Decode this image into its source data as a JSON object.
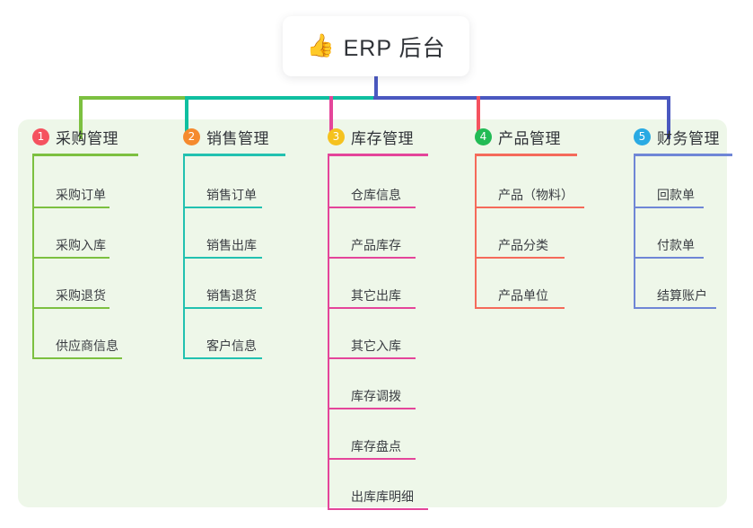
{
  "root": {
    "icon": "thumbs-up-icon",
    "emoji": "👍",
    "title": "ERP 后台"
  },
  "panel": {
    "background_color": "#eef7e9"
  },
  "connectors": {
    "stem_color": "#4a58c0",
    "bar_segments": [
      {
        "name": "green-segment",
        "color": "#7cc040"
      },
      {
        "name": "teal-segment",
        "color": "#0fbfa0"
      },
      {
        "name": "blue-segment",
        "color": "#4a58c0"
      }
    ]
  },
  "columns": [
    {
      "number": "1",
      "title": "采购管理",
      "badge_color": "#f5525f",
      "line_color": "#7cc040",
      "drop_color": "#7cc040",
      "items": [
        "采购订单",
        "采购入库",
        "采购退货",
        "供应商信息"
      ]
    },
    {
      "number": "2",
      "title": "销售管理",
      "badge_color": "#f58a2e",
      "line_color": "#22c1b0",
      "drop_color": "#0fbfa0",
      "items": [
        "销售订单",
        "销售出库",
        "销售退货",
        "客户信息"
      ]
    },
    {
      "number": "3",
      "title": "库存管理",
      "badge_color": "#f5c21f",
      "line_color": "#e4459a",
      "drop_color": "#e4459a",
      "items": [
        "仓库信息",
        "产品库存",
        "其它出库",
        "其它入库",
        "库存调拨",
        "库存盘点",
        "出库库明细"
      ]
    },
    {
      "number": "4",
      "title": "产品管理",
      "badge_color": "#22bb55",
      "line_color": "#f56a5a",
      "drop_color": "#f5525f",
      "items": [
        "产品（物料）",
        "产品分类",
        "产品单位"
      ]
    },
    {
      "number": "5",
      "title": "财务管理",
      "badge_color": "#29aae3",
      "line_color": "#6f86d6",
      "drop_color": "#4a58c0",
      "items": [
        "回款单",
        "付款单",
        "结算账户"
      ]
    }
  ]
}
